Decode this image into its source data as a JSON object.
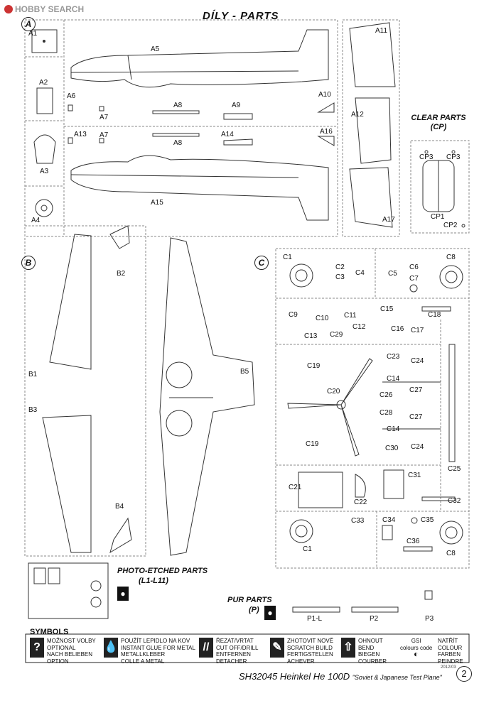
{
  "watermark": "HOBBY SEARCH",
  "title": "DÍLY - PARTS",
  "sections": {
    "a": "A",
    "b": "B",
    "c": "C"
  },
  "labels_a": [
    "A1",
    "A2",
    "A3",
    "A4",
    "A5",
    "A6",
    "A7",
    "A7",
    "A8",
    "A8",
    "A9",
    "A10",
    "A11",
    "A12",
    "A13",
    "A14",
    "A15",
    "A16",
    "A17"
  ],
  "labels_b": [
    "B1",
    "B2",
    "B3",
    "B4",
    "B5"
  ],
  "labels_c": [
    "C1",
    "C2",
    "C3",
    "C4",
    "C5",
    "C6",
    "C7",
    "C8",
    "C9",
    "C10",
    "C11",
    "C12",
    "C13",
    "C29",
    "C15",
    "C16",
    "C17",
    "C18",
    "C19",
    "C20",
    "C23",
    "C24",
    "C14",
    "C26",
    "C27",
    "C28",
    "C27",
    "C14",
    "C30",
    "C24",
    "C25",
    "C19",
    "C21",
    "C22",
    "C31",
    "C32",
    "C33",
    "C34",
    "C35",
    "C36",
    "C1",
    "C8"
  ],
  "clear": {
    "title_line1": "CLEAR PARTS",
    "title_line2": "(CP)",
    "labels": [
      "CP3",
      "CP3",
      "CP1",
      "CP2"
    ]
  },
  "photo_etched": {
    "title_line1": "PHOTO-ETCHED PARTS",
    "title_line2": "(L1-L11)"
  },
  "pur": {
    "title_line1": "PUR PARTS",
    "title_line2": "(P)",
    "labels": [
      "P1-L",
      "P2",
      "P3"
    ]
  },
  "symbols": {
    "heading": "SYMBOLS",
    "items": [
      {
        "glyph": "?",
        "lines": [
          "MOŽNOST VOLBY",
          "OPTIONAL",
          "NACH BELIEBEN",
          "OPTION"
        ]
      },
      {
        "glyph": "💧",
        "lines": [
          "POUŽÍT LEPIDLO NA KOV",
          "INSTANT GLUE FOR METAL",
          "METALLKLEBER",
          "COLLE A METAL"
        ]
      },
      {
        "glyph": "//",
        "lines": [
          "ŘEZAT/VRTAT",
          "CUT OFF/DRILL",
          "ENTFERNEN",
          "DETACHER"
        ]
      },
      {
        "glyph": "✎",
        "lines": [
          "ZHOTOVIT NOVĚ",
          "SCRATCH BUILD",
          "FERTIGSTELLEN",
          "ACHEVER"
        ]
      },
      {
        "glyph": "⇧",
        "lines": [
          "OHNOUT",
          "BEND",
          "BIEGEN",
          "COURBER"
        ]
      },
      {
        "glyph": "◐",
        "lines": [
          "NATŘÍT",
          "COLOUR",
          "FARBEN",
          "PEINDRE"
        ]
      }
    ],
    "gsi_line1": "GSI",
    "gsi_line2": "colours code"
  },
  "footer": {
    "code": "SH32045 Heinkel He 100D",
    "subtitle": "\"Soviet & Japanese Test Plane\"",
    "date": "2012/03",
    "page": "2"
  }
}
